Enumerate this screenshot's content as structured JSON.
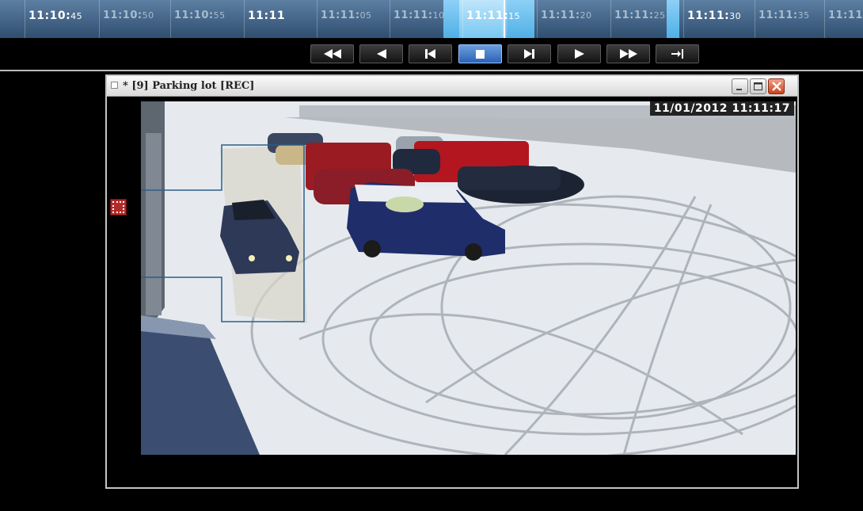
{
  "timeline": {
    "ticks": [
      {
        "main": "11:10:",
        "sec": "45",
        "major": true
      },
      {
        "main": "11:10:",
        "sec": "50",
        "major": false
      },
      {
        "main": "11:10:",
        "sec": "55",
        "major": false
      },
      {
        "main": "11:11",
        "sec": "",
        "major": true
      },
      {
        "main": "11:11:",
        "sec": "05",
        "major": false
      },
      {
        "main": "11:11:",
        "sec": "10",
        "major": false
      },
      {
        "main": "11:11:",
        "sec": "15",
        "major": true
      },
      {
        "main": "11:11:",
        "sec": "20",
        "major": false
      },
      {
        "main": "11:11:",
        "sec": "25",
        "major": false
      },
      {
        "main": "11:11:",
        "sec": "30",
        "major": true
      },
      {
        "main": "11:11:",
        "sec": "35",
        "major": false
      },
      {
        "main": "11:11",
        "sec": "",
        "major": false
      }
    ],
    "accent_light": "#8dd0f7",
    "accent_dark": "#2f4f70"
  },
  "transport": {
    "buttons": [
      {
        "name": "fast-rewind-button",
        "icon": "fast-rewind-icon"
      },
      {
        "name": "play-backward-button",
        "icon": "play-backward-icon"
      },
      {
        "name": "step-backward-button",
        "icon": "step-backward-icon"
      },
      {
        "name": "stop-button",
        "icon": "stop-icon",
        "active": true
      },
      {
        "name": "step-forward-button",
        "icon": "step-forward-icon"
      },
      {
        "name": "play-button",
        "icon": "play-icon"
      },
      {
        "name": "fast-forward-button",
        "icon": "fast-forward-icon"
      },
      {
        "name": "go-to-end-button",
        "icon": "go-to-end-icon"
      }
    ]
  },
  "camera_window": {
    "title": "* [9] Parking lot [REC]",
    "timestamp": "11/01/2012 11:11:17",
    "buttons": [
      "minimize-icon",
      "maximize-icon",
      "close-icon"
    ]
  }
}
